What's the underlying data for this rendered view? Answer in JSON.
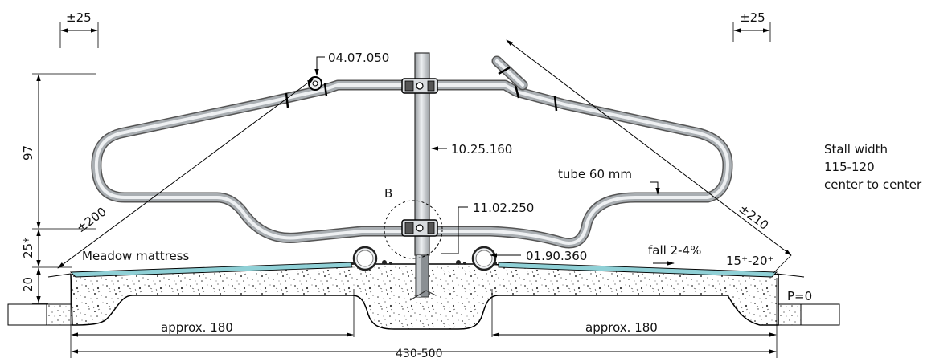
{
  "labels": {
    "tol_left": "±25",
    "tol_right": "±25",
    "part_top": "04.07.050",
    "part_post": "10.25.160",
    "detail_b": "B",
    "part_clamp": "11.02.250",
    "part_tube": "01.90.360",
    "tube_size": "tube 60 mm",
    "dim_97": "97",
    "dim_25": "25*",
    "dim_20": "20",
    "dim_200": "±200",
    "dim_210": "±210",
    "meadow": "Meadow mattress",
    "fall": "fall 2-4%",
    "angle": "15⁺-20⁺",
    "p0": "P=0",
    "approx_left": "approx. 180",
    "approx_right": "approx. 180",
    "total_width": "430-500",
    "stall_width": [
      "Stall width",
      "115-120",
      "center to center"
    ]
  },
  "colors": {
    "tube_dark": "#555555",
    "tube_mid": "#a9aeb2",
    "tube_light": "#eef0f2",
    "mattress": "#8fd0d6",
    "concrete": "#ffffff"
  }
}
